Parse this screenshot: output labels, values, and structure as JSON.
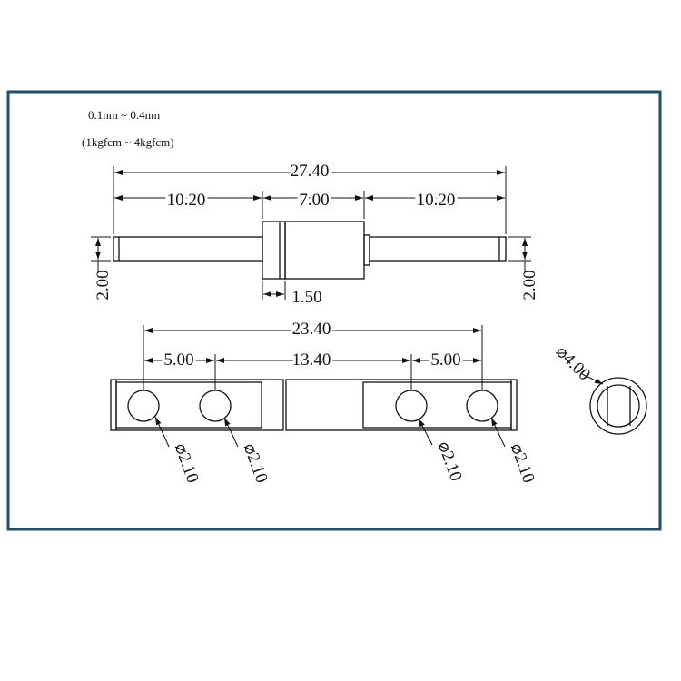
{
  "notes": {
    "torque_nm": "0.1nm ~ 0.4nm",
    "torque_kgfcm": "(1kgfcm ~ 4kgfcm)"
  },
  "side_view": {
    "overall_length": "27.40",
    "left_shaft_length": "10.20",
    "middle_length": "7.00",
    "right_shaft_length": "10.20",
    "left_shaft_diameter": "2.00",
    "right_shaft_diameter": "2.00",
    "flange_thickness": "1.50"
  },
  "top_view": {
    "hole_span": "23.40",
    "left_pitch": "5.00",
    "center_gap": "13.40",
    "right_pitch": "5.00",
    "hole_diameters": [
      "⌀2.10",
      "⌀2.10",
      "⌀2.10",
      "⌀2.10"
    ]
  },
  "end_view": {
    "outer_diameter": "⌀4.00"
  },
  "colors": {
    "frame": "#1f4e66",
    "line": "#111111"
  }
}
